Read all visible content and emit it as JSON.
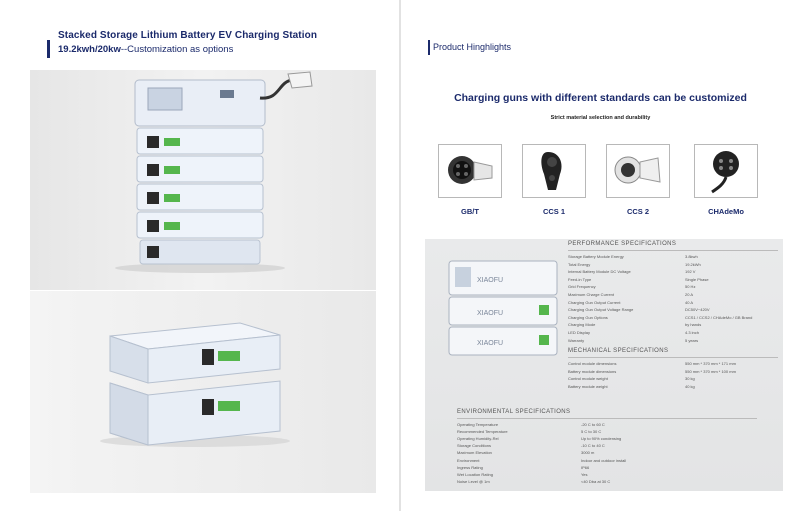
{
  "left": {
    "title": "Stacked Storage Lithium Battery EV Charging Station",
    "subtitle_bold": "19.2kwh/20kw",
    "subtitle_rest": "--Customization as options"
  },
  "right": {
    "highlights_title": "Product Hinghlights",
    "guns_title": "Charging guns with different standards can be customized",
    "guns_subtitle": "Strict material selection and durability",
    "guns": [
      {
        "label": "GB/T",
        "icon": "gbt-plug-icon"
      },
      {
        "label": "CCS 1",
        "icon": "ccs1-plug-icon"
      },
      {
        "label": "CCS 2",
        "icon": "ccs2-plug-icon"
      },
      {
        "label": "CHAdeMo",
        "icon": "chademo-plug-icon"
      }
    ],
    "brand": "XIAOFU",
    "performance": {
      "heading": "PERFORMANCE SPECIFICATIONS",
      "rows": [
        {
          "k": "Storage Battery Module Energy",
          "v": "3.8kwh"
        },
        {
          "k": "Total Energy",
          "v": "19.2kWh"
        },
        {
          "k": "Internal Battery Module DC Voltage",
          "v": "192 V"
        },
        {
          "k": "Feed-in Type",
          "v": "Single Phase"
        },
        {
          "k": "Grid Frequency",
          "v": "50 Hz"
        },
        {
          "k": "Maximum Charge Current",
          "v": "20 A"
        },
        {
          "k": "Charging Gun Output Current",
          "v": "40 A"
        },
        {
          "k": "Charging Gun Output Voltage Range",
          "v": "DC50V~420V"
        },
        {
          "k": "Charging Gun Options",
          "v": "CCS1 / CCS2 / CHAdeMo / GB Brand"
        },
        {
          "k": "Charging Mode",
          "v": "by hands"
        },
        {
          "k": "LED Display",
          "v": "4.3 inch"
        },
        {
          "k": "Warranty",
          "v": "5 years"
        }
      ]
    },
    "mechanical": {
      "heading": "MECHANICAL SPECIFICATIONS",
      "rows": [
        {
          "k": "Control module dimensions",
          "v": "550 mm * 370 mm * 171 mm"
        },
        {
          "k": "Battery module dimensions",
          "v": "550 mm * 370 mm * 100 mm"
        },
        {
          "k": "Control module weight",
          "v": "30 kg"
        },
        {
          "k": "Battery module weight",
          "v": "40 kg"
        }
      ]
    },
    "environmental": {
      "heading": "ENVIRONMENTAL SPECIFICATIONS",
      "rows": [
        {
          "k": "Operating Temperature",
          "v": "-20 C to 60 C"
        },
        {
          "k": "Recommended Temperature",
          "v": "5 C to 30 C"
        },
        {
          "k": "Operating Humidity-Rel",
          "v": "Up to 90% condensing"
        },
        {
          "k": "Storage Conditions",
          "v": "-10 C to 40 C"
        },
        {
          "k": "Maximum Elevation",
          "v": "3000 m"
        },
        {
          "k": "Environment",
          "v": "Indoor and outdoor install"
        },
        {
          "k": "Ingress Rating",
          "v": "IP66"
        },
        {
          "k": "Wet Location Rating",
          "v": "Yes"
        },
        {
          "k": "Noise Level @ 1m",
          "v": "<40 Dba at 30 C"
        }
      ]
    }
  }
}
